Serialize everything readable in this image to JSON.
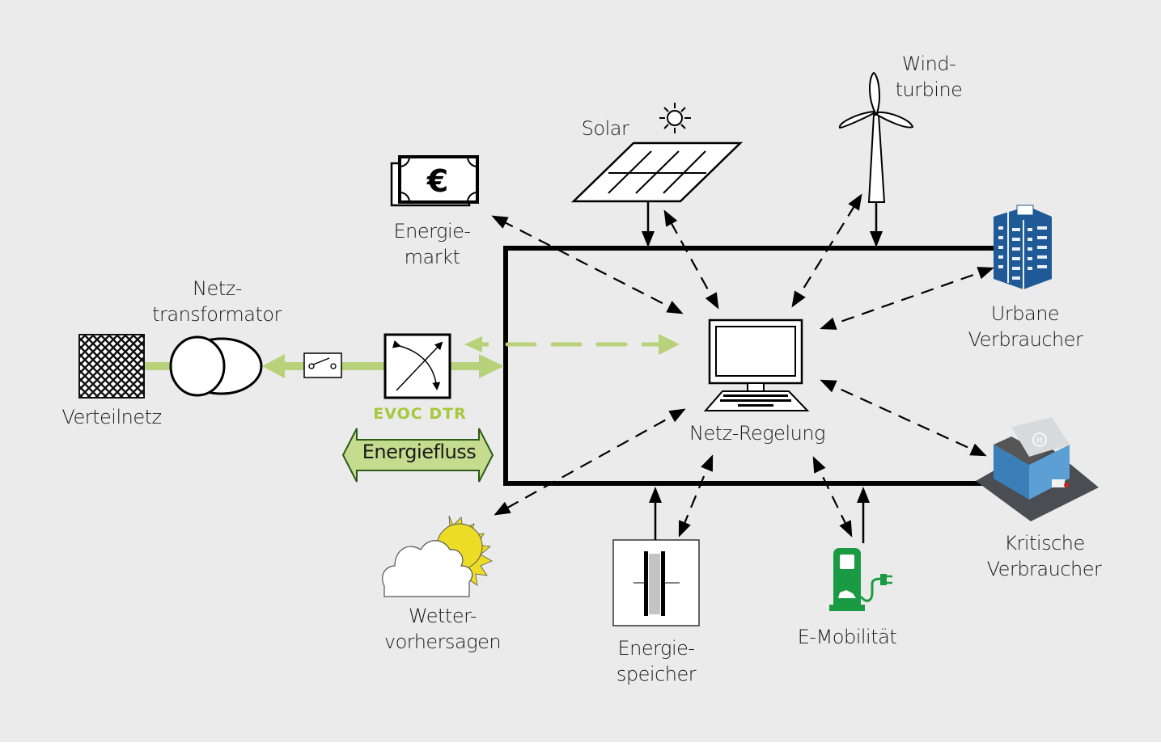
{
  "diagram": {
    "type": "energy-grid-control-schematic",
    "colors": {
      "background": "#ebebeb",
      "line": "#000000",
      "energy_flow": "#b7d27a",
      "evoc_brand": "#a5c83c",
      "ev_charger": "#1a9a42",
      "building_blue": "#1f5a96"
    },
    "nodes": {
      "verteilnetz": {
        "label": "Verteilnetz",
        "icon": "grid-mesh-icon"
      },
      "transformator": {
        "line1": "Netz-",
        "line2": "transformator",
        "icon": "transformer-icon"
      },
      "switch": {
        "icon": "switch-icon"
      },
      "evoc": {
        "brand": "EVOC DTR",
        "icon": "converter-icon"
      },
      "energiefluss": {
        "label": "Energiefluss"
      },
      "energiemarkt": {
        "line1": "Energie-",
        "line2": "markt",
        "icon": "euro-banknote-icon"
      },
      "solar": {
        "label": "Solar",
        "icon": "solar-panel-icon"
      },
      "wind": {
        "line1": "Wind-",
        "line2": "turbine",
        "icon": "wind-turbine-icon"
      },
      "urban": {
        "line1": "Urbane",
        "line2": "Verbraucher",
        "icon": "office-building-icon"
      },
      "critical": {
        "line1": "Kritische",
        "line2": "Verbraucher",
        "icon": "hospital-icon"
      },
      "control": {
        "label": "Netz-Regelung",
        "icon": "computer-icon"
      },
      "weather": {
        "line1": "Wetter-",
        "line2": "vorhersagen",
        "icon": "weather-icon"
      },
      "storage": {
        "line1": "Energie-",
        "line2": "speicher",
        "icon": "battery-storage-icon"
      },
      "emobility": {
        "label": "E-Mobilität",
        "icon": "ev-charger-icon"
      }
    },
    "edges": [
      {
        "from": "control",
        "to": "energiemarkt",
        "style": "dashed",
        "direction": "both"
      },
      {
        "from": "control",
        "to": "solar",
        "style": "dashed",
        "direction": "both"
      },
      {
        "from": "control",
        "to": "wind",
        "style": "dashed",
        "direction": "both"
      },
      {
        "from": "control",
        "to": "urban",
        "style": "dashed",
        "direction": "both"
      },
      {
        "from": "control",
        "to": "critical",
        "style": "dashed",
        "direction": "both"
      },
      {
        "from": "control",
        "to": "weather",
        "style": "dashed",
        "direction": "both"
      },
      {
        "from": "control",
        "to": "storage",
        "style": "dashed",
        "direction": "both"
      },
      {
        "from": "control",
        "to": "emobility",
        "style": "dashed",
        "direction": "both"
      },
      {
        "from": "control",
        "to": "evoc",
        "style": "dashed-green",
        "direction": "both"
      },
      {
        "from": "solar",
        "to": "bus",
        "style": "solid",
        "direction": "forward"
      },
      {
        "from": "wind",
        "to": "bus",
        "style": "solid",
        "direction": "forward"
      },
      {
        "from": "storage",
        "to": "bus",
        "style": "solid",
        "direction": "forward"
      },
      {
        "from": "emobility",
        "to": "bus",
        "style": "solid",
        "direction": "forward"
      },
      {
        "from": "evoc",
        "to": "transformator",
        "style": "thick-green",
        "direction": "both"
      },
      {
        "from": "transformator",
        "to": "verteilnetz",
        "style": "thick-green",
        "direction": "none"
      }
    ]
  }
}
